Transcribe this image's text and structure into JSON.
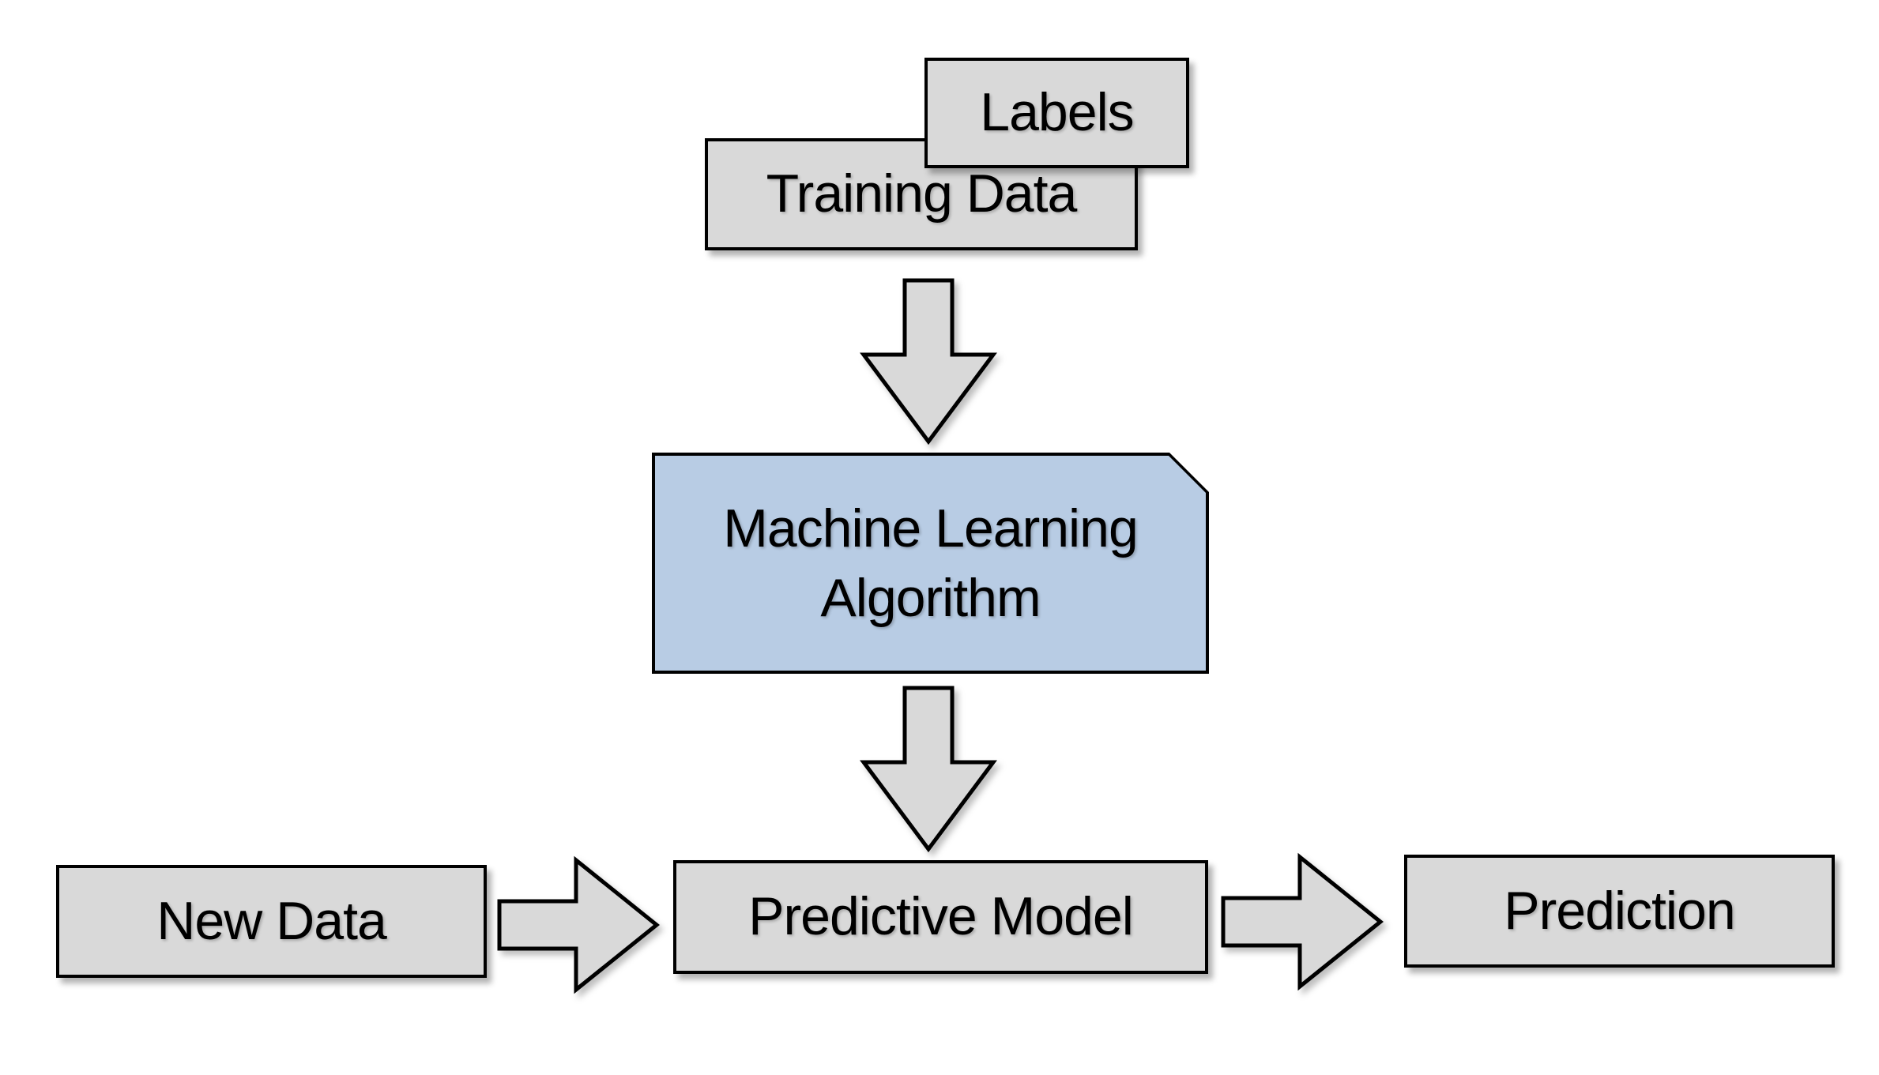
{
  "diagram": {
    "colors": {
      "box_fill": "#d9d9d9",
      "highlight_fill": "#b8cce4",
      "border": "#000000",
      "arrow_fill": "#d9d9d9",
      "text": "#000000",
      "canvas_bg": "#ffffff"
    },
    "nodes": {
      "labels": {
        "label": "Labels"
      },
      "training_data": {
        "label": "Training Data"
      },
      "ml_algorithm": {
        "line1": "Machine Learning",
        "line2": "Algorithm"
      },
      "new_data": {
        "label": "New Data"
      },
      "predictive_model": {
        "label": "Predictive Model"
      },
      "prediction": {
        "label": "Prediction"
      }
    },
    "connectors": [
      {
        "id": "training-data-to-algorithm",
        "direction": "down"
      },
      {
        "id": "algorithm-to-predictive-model",
        "direction": "down"
      },
      {
        "id": "new-data-to-predictive-model",
        "direction": "right"
      },
      {
        "id": "predictive-model-to-prediction",
        "direction": "right"
      }
    ]
  }
}
